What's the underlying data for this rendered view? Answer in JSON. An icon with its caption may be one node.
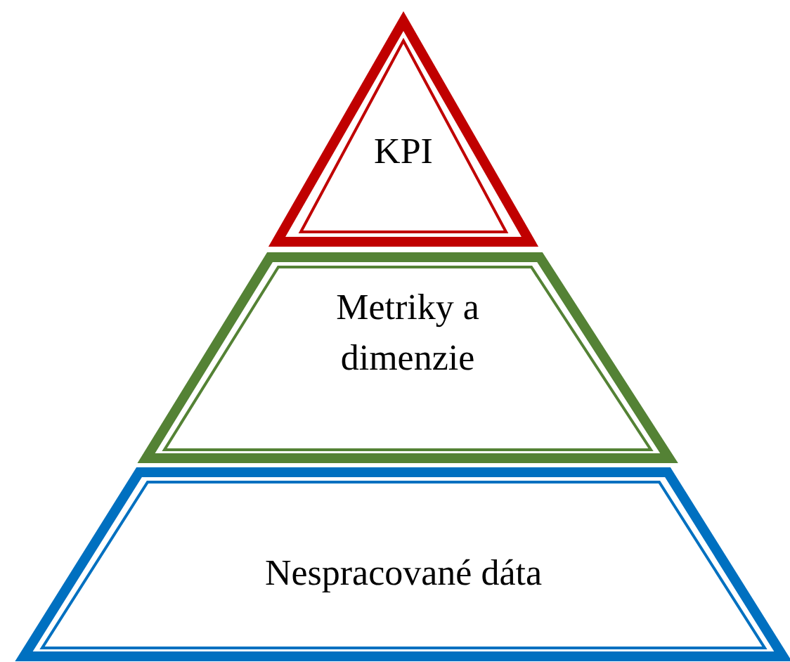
{
  "diagram": {
    "nodes": [
      {
        "text": [
          "KPI"
        ]
      },
      {
        "text": [
          "Metriky a dimenzie"
        ]
      },
      {
        "text": [
          "Nespracované dáta"
        ]
      }
    ]
  }
}
